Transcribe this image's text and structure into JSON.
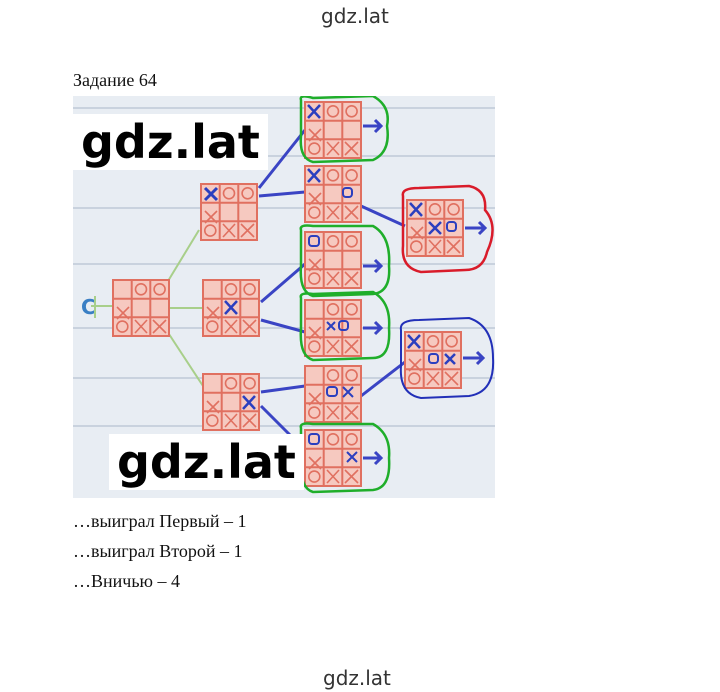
{
  "watermark_top": "gdz.lat",
  "watermark_bottom": "gdz.lat",
  "task_title": "Задание 64",
  "figure": {
    "watermark_1": "gdz.lat",
    "watermark_2": "gdz.lat",
    "start_label": "C",
    "colors": {
      "grid": "#e07060",
      "cell_fill": "#f6c9c0",
      "marks": "#2b3fbf",
      "tree_lines": "#a8cf8a",
      "branch_lines": "#3a44c4",
      "draw_circle": "#1fae2a",
      "win_first_circle": "#d91c2a",
      "win_second_circle": "#2230b8"
    }
  },
  "answers": [
    "…выиграл Первый – 1",
    "…выиграл Второй – 1",
    "…Вничью – 4"
  ]
}
